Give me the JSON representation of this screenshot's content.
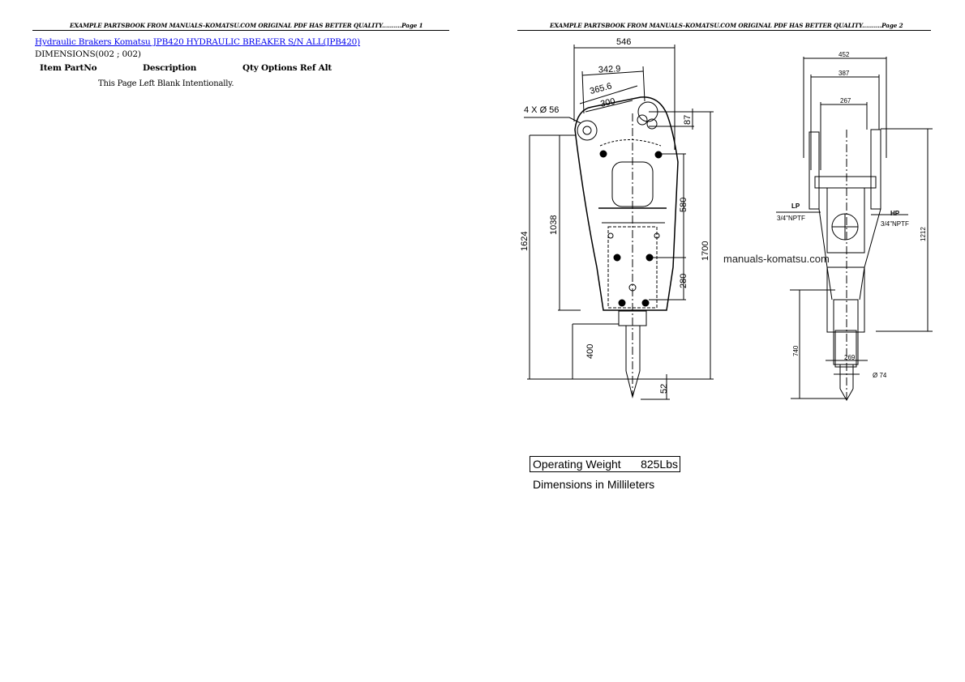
{
  "pages": [
    {
      "header": "EXAMPLE PARTSBOOK FROM MANUALS-KOMATSU.COM ORIGINAL PDF HAS BETTER QUALITY..........Page 1",
      "title_link": "Hydraulic Brakers Komatsu  JPB420 HYDRAULIC BREAKER S/N ALL(JPB420)",
      "subtitle": "DIMENSIONS(002 ; 002)",
      "columns": [
        "Item PartNo",
        "Description",
        "Qty Options Ref Alt"
      ],
      "note": "This Page Left Blank Intentionally."
    },
    {
      "header": "EXAMPLE PARTSBOOK FROM MANUALS-KOMATSU.COM ORIGINAL PDF HAS BETTER QUALITY..........Page 2",
      "drawing": {
        "side_view": {
          "width_overall": "546",
          "d1": "342.9",
          "d2": "365.6",
          "d3": "300",
          "holes": "4 X Ø 56",
          "d4": "87",
          "h1": "1624",
          "h2": "1038",
          "h3": "580",
          "h4": "1700",
          "h5": "280",
          "h6": "400",
          "h7": "52"
        },
        "front_view": {
          "w1": "452",
          "w2": "387",
          "w3": "267",
          "lp_label": "LP",
          "lp_thread": "3/4\"NPTF",
          "hp_label": "HP",
          "hp_thread": "3/4\"NPTF",
          "h1": "1212",
          "h2": "740",
          "w4": "269",
          "tool_dia": "Ø 74"
        }
      },
      "watermark": "manuals-komatsu.com",
      "weight_label": "Operating Weight",
      "weight_value": "825Lbs",
      "units_note": "Dimensions in Millileters"
    }
  ]
}
